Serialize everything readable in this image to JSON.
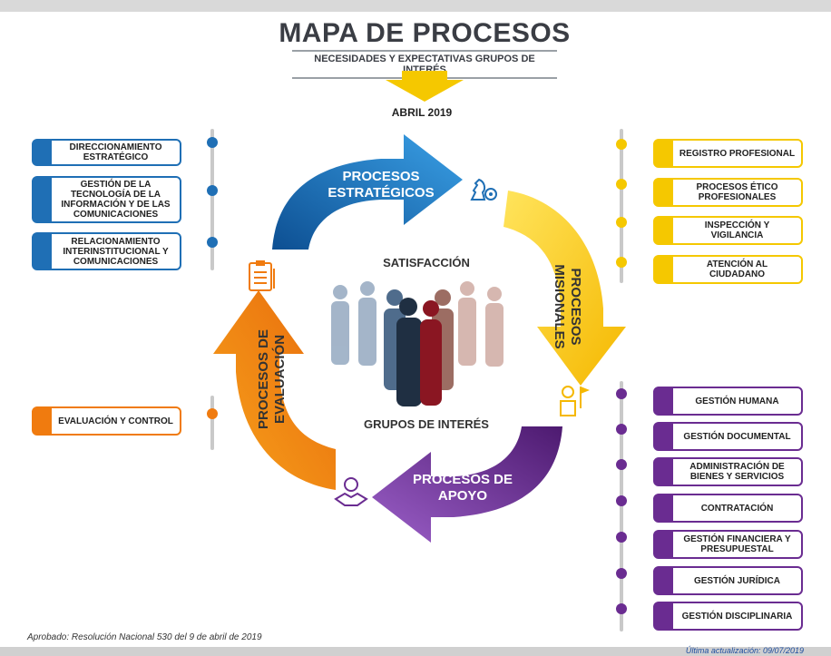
{
  "header": {
    "title": "MAPA DE PROCESOS",
    "subtitle": "NECESIDADES Y EXPECTATIVAS GRUPOS DE INTERÉS",
    "date": "ABRIL 2019"
  },
  "cycle": {
    "strategic": [
      "PROCESOS",
      "ESTRATÉGICOS"
    ],
    "missional": [
      "PROCESOS",
      "MISIONALES"
    ],
    "support": [
      "PROCESOS DE",
      "APOYO"
    ],
    "evaluation": [
      "PROCESOS DE",
      "EVALUACIÓN"
    ],
    "center_top": "SATISFACCIÓN",
    "center_bottom": "GRUPOS DE INTERÉS"
  },
  "strategic_items": [
    {
      "label": "DIRECCIONAMIENTO ESTRATÉGICO"
    },
    {
      "label": "GESTIÓN DE LA TECNOLOGÍA DE LA INFORMACIÓN Y DE LAS COMUNICACIONES"
    },
    {
      "label": "RELACIONAMIENTO INTERINSTITUCIONAL Y COMUNICACIONES"
    }
  ],
  "evaluation_items": [
    {
      "label": "EVALUACIÓN Y CONTROL"
    }
  ],
  "missional_items": [
    {
      "label": "REGISTRO PROFESIONAL"
    },
    {
      "label": "PROCESOS ÉTICO PROFESIONALES"
    },
    {
      "label": "INSPECCIÓN Y VIGILANCIA"
    },
    {
      "label": "ATENCIÓN AL CIUDADANO"
    }
  ],
  "support_items": [
    {
      "label": "GESTIÓN HUMANA"
    },
    {
      "label": "GESTIÓN DOCUMENTAL"
    },
    {
      "label": "ADMINISTRACIÓN DE BIENES Y SERVICIOS"
    },
    {
      "label": "CONTRATACIÓN"
    },
    {
      "label": "GESTIÓN FINANCIERA Y PRESUPUESTAL"
    },
    {
      "label": "GESTIÓN JURÍDICA"
    },
    {
      "label": "GESTIÓN DISCIPLINARIA"
    }
  ],
  "footer": {
    "approved": "Aprobado: Resolución Nacional 530 del 9 de abril de 2019",
    "updated": "Última actualización: 09/07/2019"
  },
  "colors": {
    "strategic": "#1f6fb5",
    "missional": "#f5c800",
    "support": "#6a2c91",
    "evaluation": "#f07b0f"
  },
  "icons": [
    "chess-gear-icon",
    "idea-flag-icon",
    "handshake-gear-icon",
    "checklist-icon",
    "people-silhouettes-icon",
    "down-arrow-icon"
  ]
}
